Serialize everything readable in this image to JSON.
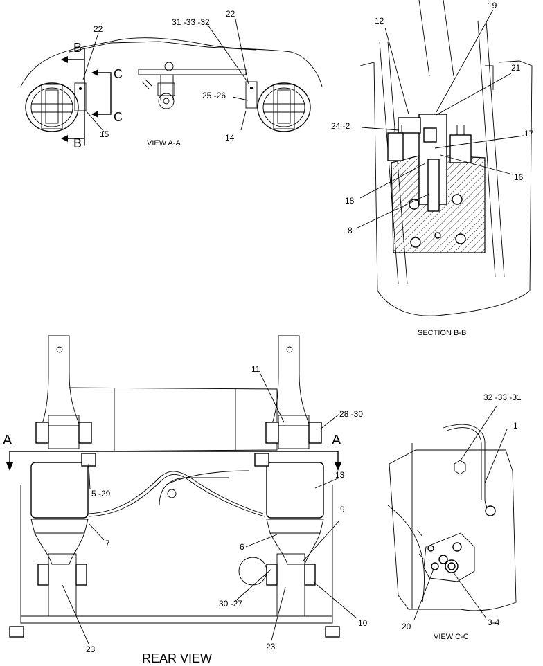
{
  "captions": {
    "view_aa": "VIEW A-A",
    "section_bb": "SECTION B-B",
    "view_cc": "VIEW C-C",
    "rear_view": "REAR VIEW"
  },
  "section_markers": {
    "b_top": "B",
    "b_bottom": "B",
    "c_top": "C",
    "c_bottom": "C",
    "a_left": "A",
    "a_right": "A"
  },
  "callouts": {
    "view_aa": [
      "22",
      "15",
      "31 -33 -32",
      "22",
      "25 -26",
      "14"
    ],
    "section_bb": [
      "12",
      "19",
      "21",
      "24 -2",
      "17",
      "16",
      "18",
      "8"
    ],
    "view_cc": [
      "32 -33 -31",
      "1",
      "20",
      "3-4"
    ],
    "rear_view": [
      "11",
      "28 -30",
      "5 -29",
      "13",
      "7",
      "6",
      "9",
      "30 -27",
      "10",
      "23",
      "23"
    ]
  }
}
